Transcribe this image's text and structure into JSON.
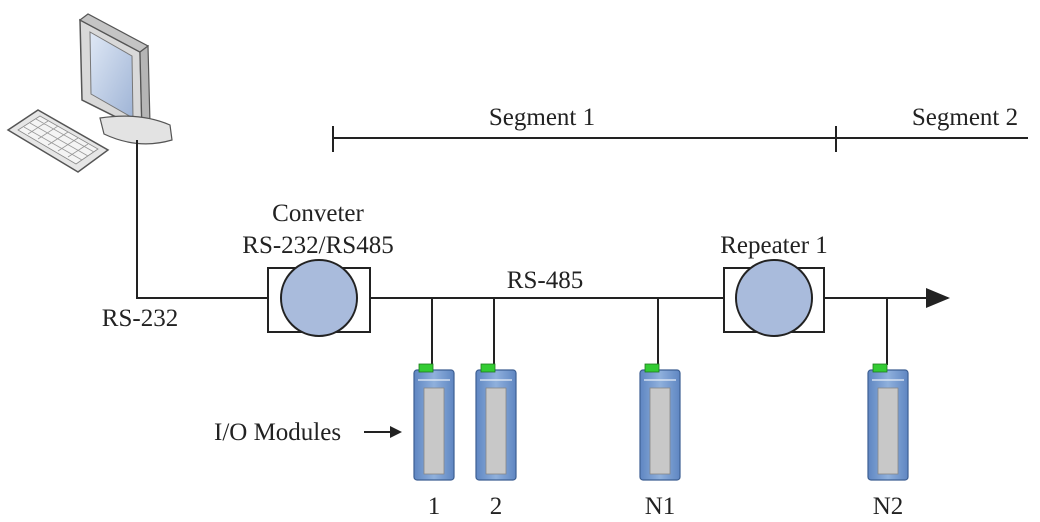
{
  "segments": [
    {
      "label": "Segment 1"
    },
    {
      "label": "Segment 2"
    }
  ],
  "labels": {
    "converter_line1": "Conveter",
    "converter_line2": "RS-232/RS485",
    "repeater": "Repeater 1",
    "rs232": "RS-232",
    "rs485": "RS-485",
    "io_modules": "I/O Modules"
  },
  "modules": [
    {
      "label": "1"
    },
    {
      "label": "2"
    },
    {
      "label": "N1"
    },
    {
      "label": "N2"
    }
  ],
  "colors": {
    "device_circle": "#a9bbdc",
    "module_body": "#7fa1d2",
    "module_face": "#c8c8c8",
    "module_led": "#33cc33"
  },
  "icons": [
    "computer-monitor-icon",
    "keyboard-icon"
  ]
}
